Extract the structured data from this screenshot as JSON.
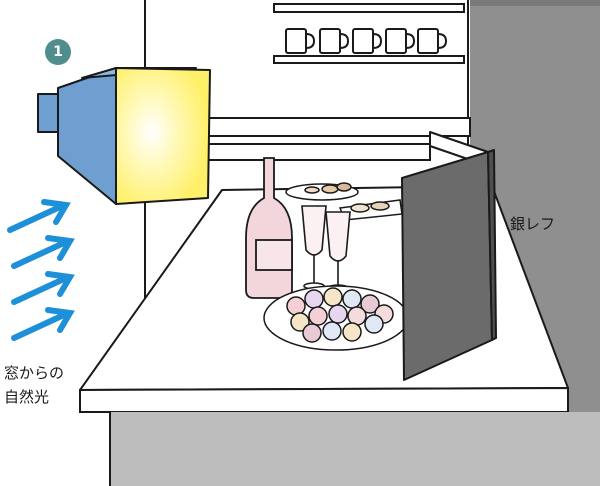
{
  "step_badge": "1",
  "labels": {
    "reflector": "銀レフ",
    "window_light_line1": "窓からの",
    "window_light_line2": "自然光"
  },
  "colors": {
    "outline": "#1a1a1a",
    "softbox_body": "#6f9fd1",
    "softbox_face": "#fff27a",
    "light_arrows": "#1e90d8",
    "reflector_panel": "#6b6b6b",
    "cabinet_dark": "#8f8f8f",
    "counter_front": "#bdbdbd",
    "badge": "#4f8e8c",
    "wine_bottle": "#f2d6dc",
    "macarons": [
      "#f3d0d6",
      "#e6d7ee",
      "#f6e6c8",
      "#dfe8f4",
      "#e8c9d6",
      "#f4dcdc"
    ]
  }
}
